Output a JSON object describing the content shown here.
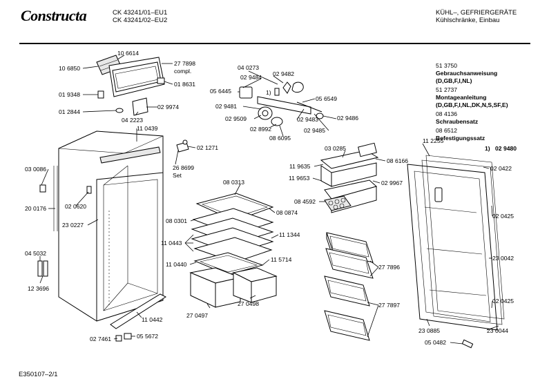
{
  "header": {
    "brand": "Constructa",
    "models": [
      "CK 43241/01–EU1",
      "CK 43241/02–EU2"
    ],
    "category": "KÜHL–, GEFRIERGERÄTE",
    "subcategory": "Kühlschränke, Einbau"
  },
  "footer": {
    "code": "E350107–2/1"
  },
  "accessories": [
    {
      "number": "51 3750",
      "name": "Gebrauchsanweisung",
      "langs": "(D,GB,F,I,NL)"
    },
    {
      "number": "51 2737",
      "name": "Montageanleitung",
      "langs": "(D,GB,F,I,NL,DK,N,S,SF,E)"
    },
    {
      "number": "08 4136",
      "name": "Schraubensatz"
    },
    {
      "number": "08 6512",
      "name": "Befestigungssatz"
    }
  ],
  "footnote": {
    "marker": "1)",
    "part": "02 9480"
  },
  "labels": [
    {
      "t": "10 6614"
    },
    {
      "t": "10 6850"
    },
    {
      "t": "27 7898"
    },
    {
      "t": "compl."
    },
    {
      "t": "01 9348"
    },
    {
      "t": "01 8631"
    },
    {
      "t": "01 2844"
    },
    {
      "t": "02 9974"
    },
    {
      "t": "04 2223"
    },
    {
      "t": "11 0439"
    },
    {
      "t": "02 1271"
    },
    {
      "t": "26 8699"
    },
    {
      "t": "Set"
    },
    {
      "t": "03 0086"
    },
    {
      "t": "20 0176"
    },
    {
      "t": "02 0620"
    },
    {
      "t": "23 0227"
    },
    {
      "t": "04 5032"
    },
    {
      "t": "12 3696"
    },
    {
      "t": "11 0442"
    },
    {
      "t": "02 7461"
    },
    {
      "t": "05 5672"
    },
    {
      "t": "04 0273"
    },
    {
      "t": "02 9484"
    },
    {
      "t": "02 9482"
    },
    {
      "t": "05 6445"
    },
    {
      "t": "1)"
    },
    {
      "t": "05 6549"
    },
    {
      "t": "02 9481"
    },
    {
      "t": "02 9509"
    },
    {
      "t": "02 9483"
    },
    {
      "t": "02 9486"
    },
    {
      "t": "02 8992"
    },
    {
      "t": "02 9485"
    },
    {
      "t": "08 6095"
    },
    {
      "t": "08 0313"
    },
    {
      "t": "08 0874"
    },
    {
      "t": "08 0301"
    },
    {
      "t": "11 0443"
    },
    {
      "t": "11 1344"
    },
    {
      "t": "11 0440"
    },
    {
      "t": "11 5714"
    },
    {
      "t": "27 0497"
    },
    {
      "t": "27 0498"
    },
    {
      "t": "03 0285"
    },
    {
      "t": "11 9635"
    },
    {
      "t": "08 6166"
    },
    {
      "t": "11 9653"
    },
    {
      "t": "02 9967"
    },
    {
      "t": "08 4592"
    },
    {
      "t": "27 7896"
    },
    {
      "t": "27 7897"
    },
    {
      "t": "11 2255"
    },
    {
      "t": "02 0422"
    },
    {
      "t": "02 0425"
    },
    {
      "t": "23 0042"
    },
    {
      "t": "02 0425"
    },
    {
      "t": "23 0885"
    },
    {
      "t": "23 0044"
    },
    {
      "t": "05 0482"
    }
  ]
}
